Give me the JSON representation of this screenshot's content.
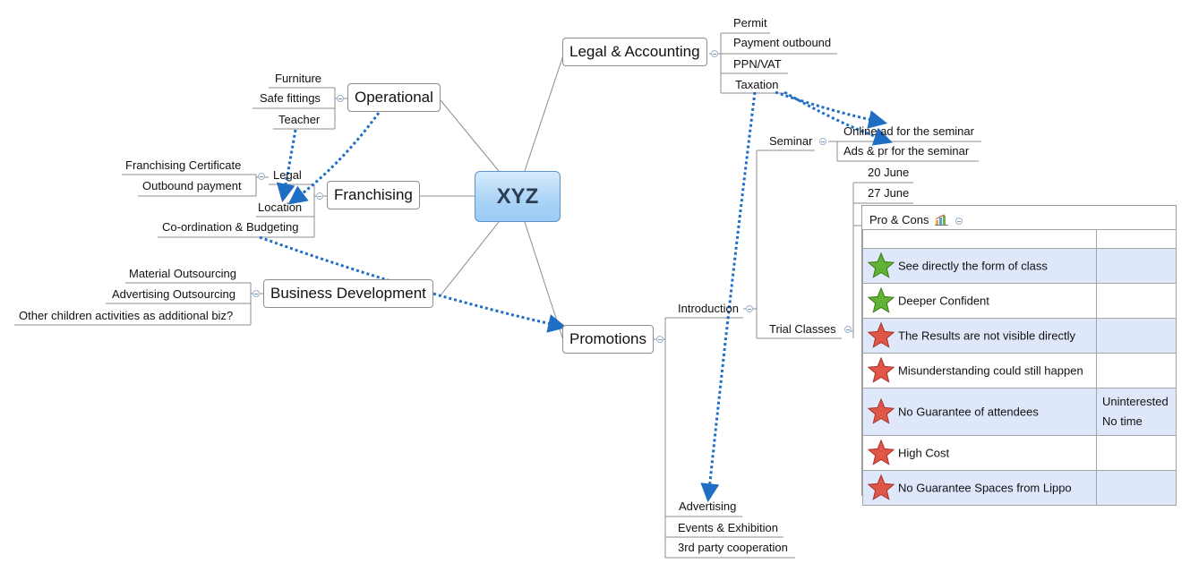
{
  "root": {
    "label": "XYZ"
  },
  "branches": {
    "legal_accounting": {
      "label": "Legal & Accounting",
      "children": [
        "Permit",
        "Payment outbound",
        "PPN/VAT",
        "Taxation"
      ]
    },
    "operational": {
      "label": "Operational",
      "children": [
        "Furniture",
        "Safe fittings",
        "Teacher"
      ]
    },
    "franchising": {
      "label": "Franchising",
      "children": [
        "Legal",
        "Location",
        "Co-ordination & Budgeting"
      ],
      "legal_children": [
        "Franchising Certificate",
        "Outbound payment"
      ]
    },
    "business_development": {
      "label": "Business Development",
      "children": [
        "Material Outsourcing",
        "Advertising Outsourcing",
        "Other children activities as additional biz?"
      ]
    },
    "promotions": {
      "label": "Promotions",
      "children": [
        "Introduction",
        "Advertising",
        "Events & Exhibition",
        "3rd party cooperation"
      ],
      "introduction": {
        "seminar": {
          "label": "Seminar",
          "children": [
            "Online ad for the seminar",
            "Ads & pr for the seminar"
          ]
        },
        "trial_classes": {
          "label": "Trial Classes",
          "children": [
            "20 June",
            "27 June"
          ]
        }
      }
    }
  },
  "pros_cons": {
    "title": "Pro & Cons",
    "rows": [
      {
        "type": "pro",
        "text": "See directly the form of class",
        "side": []
      },
      {
        "type": "pro",
        "text": "Deeper Confident",
        "side": []
      },
      {
        "type": "con",
        "text": "The Results are not visible directly",
        "side": []
      },
      {
        "type": "con",
        "text": "Misunderstanding could still happen",
        "side": []
      },
      {
        "type": "con",
        "text": "No Guarantee of attendees",
        "side": [
          "Uninterested",
          "No time"
        ]
      },
      {
        "type": "con",
        "text": "High Cost",
        "side": []
      },
      {
        "type": "con",
        "text": "No Guarantee Spaces from Lippo",
        "side": []
      }
    ]
  },
  "colors": {
    "connector": "#8c8c8c",
    "relationship": "#1e6fc4",
    "pro_star": "#5fb233",
    "con_star": "#e0574a",
    "alt_row": "#dfe7fa",
    "root_fill": "#a9d2f6"
  }
}
